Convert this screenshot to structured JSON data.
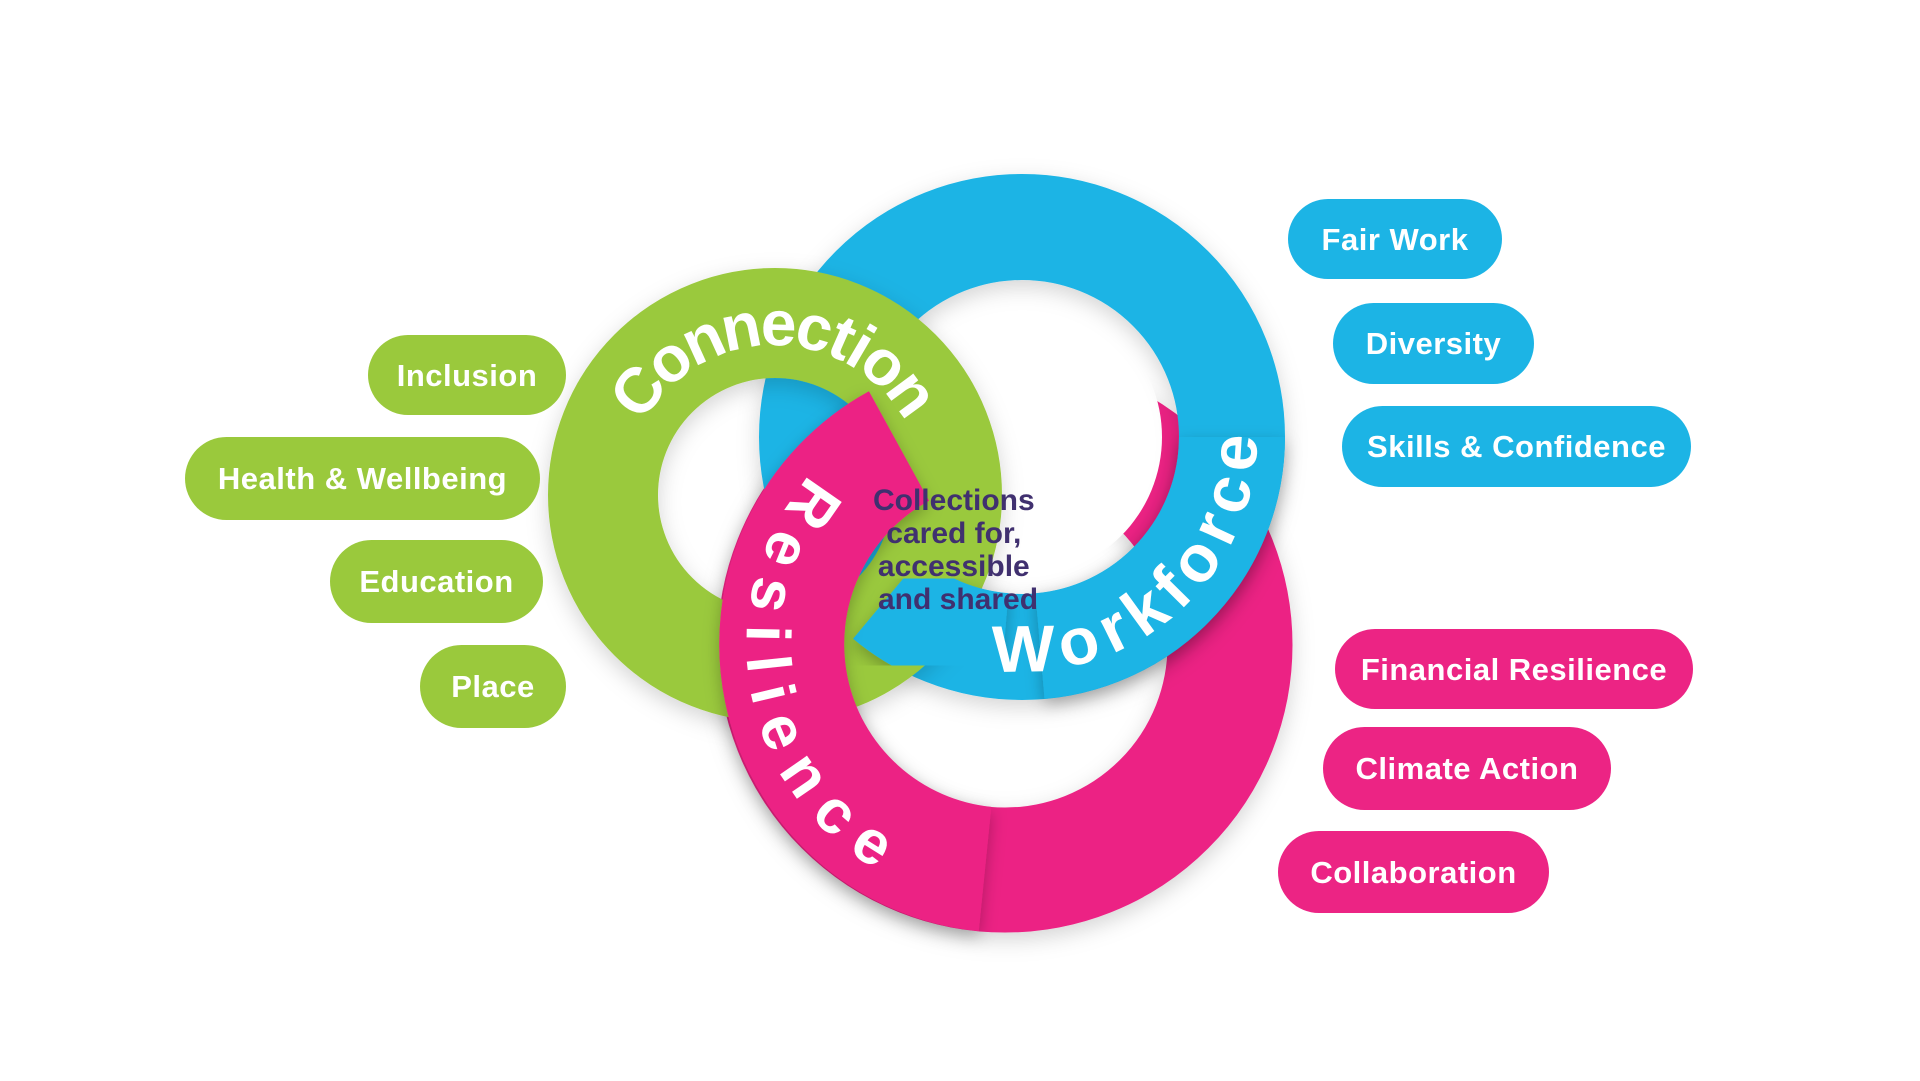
{
  "diagram": {
    "background_color": "#ffffff",
    "center_text": {
      "lines": [
        "Collections",
        "cared for,",
        "accessible",
        "and shared"
      ],
      "color": "#40306F"
    },
    "rings": [
      {
        "label": "Connection",
        "color": "#9AC93C"
      },
      {
        "label": "Workforce",
        "color": "#1CB4E5"
      },
      {
        "label": "Resilience",
        "color": "#EC2484"
      }
    ],
    "pill_groups": [
      {
        "theme": "connection",
        "color": "#9AC93C",
        "pills": [
          "Inclusion",
          "Health & Wellbeing",
          "Education",
          "Place"
        ]
      },
      {
        "theme": "workforce",
        "color": "#1CB4E5",
        "pills": [
          "Fair Work",
          "Diversity",
          "Skills & Confidence"
        ]
      },
      {
        "theme": "resilience",
        "color": "#EC2484",
        "pills": [
          "Financial Resilience",
          "Climate Action",
          "Collaboration"
        ]
      }
    ]
  }
}
